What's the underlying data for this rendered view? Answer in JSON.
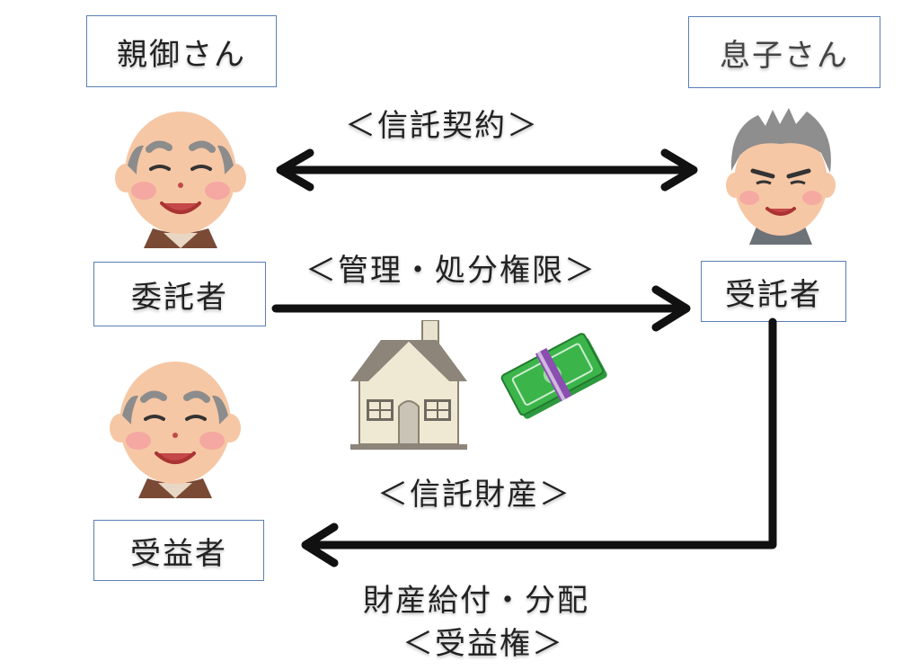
{
  "roles": {
    "parent_name": "親御さん",
    "son_name": "息子さん",
    "settlor": "委託者",
    "trustee": "受託者",
    "beneficiary": "受益者"
  },
  "labels": {
    "trust_contract": "＜信託契約＞",
    "management_authority": "＜管理・処分権限＞",
    "trust_property": "＜信託財産＞",
    "benefit_line1": "財産給付・分配",
    "benefit_line2": "＜受益権＞"
  },
  "colors": {
    "box_border": "#5a7fb5",
    "arrow": "#111111",
    "cash": "#3bb54a",
    "band": "#8a4fb0",
    "skin": "#f6c7a5",
    "cheek": "#f4a0a0"
  },
  "icons": {
    "parent": "elderly-man-bald",
    "son": "elderly-man-gray-hair",
    "house": "house-icon",
    "cash": "cash-bundle-icon"
  }
}
